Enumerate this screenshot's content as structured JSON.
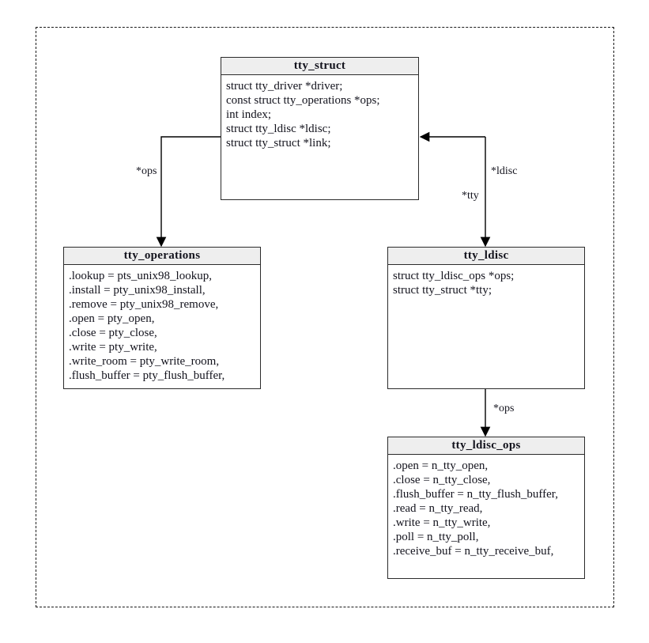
{
  "diagram": {
    "boxes": {
      "tty_struct": {
        "title": "tty_struct",
        "fields": [
          "struct tty_driver *driver;",
          "const struct tty_operations *ops;",
          "int index;",
          "struct tty_ldisc *ldisc;",
          "struct tty_struct *link;"
        ]
      },
      "tty_operations": {
        "title": "tty_operations",
        "fields": [
          ".lookup = pts_unix98_lookup,",
          ".install = pty_unix98_install,",
          ".remove = pty_unix98_remove,",
          ".open = pty_open,",
          ".close = pty_close,",
          ".write = pty_write,",
          ".write_room = pty_write_room,",
          ".flush_buffer = pty_flush_buffer,"
        ]
      },
      "tty_ldisc": {
        "title": "tty_ldisc",
        "fields": [
          "struct tty_ldisc_ops *ops;",
          "struct tty_struct *tty;"
        ]
      },
      "tty_ldisc_ops": {
        "title": "tty_ldisc_ops",
        "fields": [
          ".open = n_tty_open,",
          ".close = n_tty_close,",
          ".flush_buffer = n_tty_flush_buffer,",
          ".read = n_tty_read,",
          ".write = n_tty_write,",
          ".poll = n_tty_poll,",
          ".receive_buf = n_tty_receive_buf,"
        ]
      }
    },
    "connector_labels": {
      "ops_to_operations": "*ops",
      "ldisc_to_tty_ldisc": "*ldisc",
      "tty_to_tty_struct": "*tty",
      "ops_to_ldisc_ops": "*ops"
    },
    "colors": {
      "header_fill": "#eeeeee",
      "box_border": "#2b2b2b",
      "line": "#000000",
      "text": "#13131d"
    }
  }
}
